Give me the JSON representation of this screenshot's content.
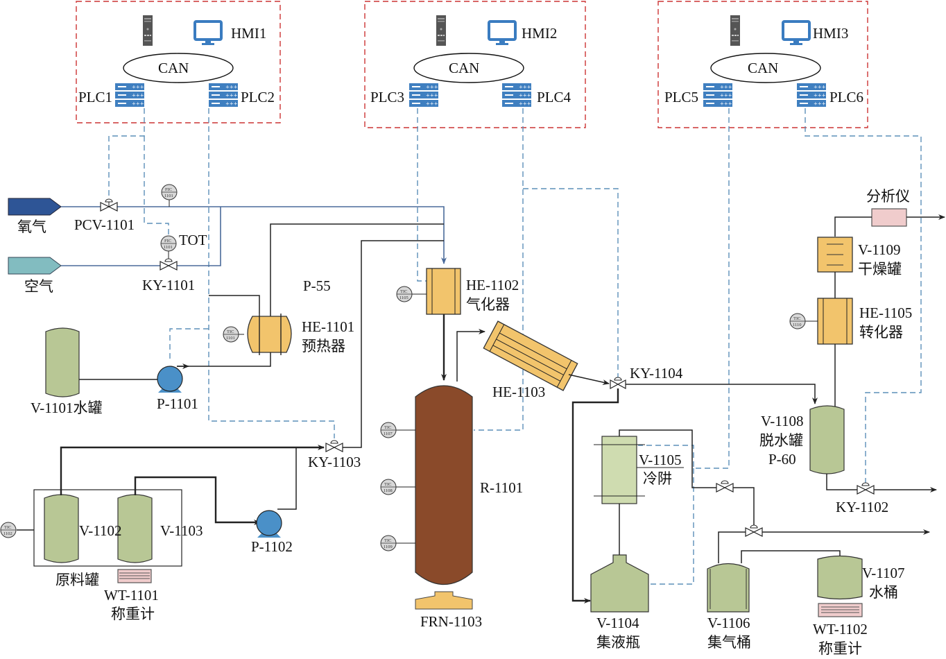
{
  "control_zones": [
    {
      "hmi": "HMI1",
      "bus": "CAN",
      "plcs": [
        "PLC1",
        "PLC2"
      ]
    },
    {
      "hmi": "HMI2",
      "bus": "CAN",
      "plcs": [
        "PLC3",
        "PLC4"
      ]
    },
    {
      "hmi": "HMI3",
      "bus": "CAN",
      "plcs": [
        "PLC5",
        "PLC6"
      ]
    }
  ],
  "feeds": {
    "oxygen": "氧气",
    "air": "空气"
  },
  "valves": {
    "pcv1101": "PCV-1101",
    "ky1101": "KY-1101",
    "ky1102": "KY-1102",
    "ky1103": "KY-1103",
    "ky1104": "KY-1104"
  },
  "instruments": {
    "fic1101_a": {
      "tag": "FIC",
      "num": "1101"
    },
    "fic1101_b": {
      "tag": "FIC",
      "num": "1101"
    },
    "tot_label": "TOT",
    "tic1101": {
      "tag": "TIC",
      "num": "1101"
    },
    "tic1102": {
      "tag": "TIC",
      "num": "1102"
    },
    "tic1105": {
      "tag": "TIC",
      "num": "1105"
    },
    "tic1107": {
      "tag": "TIC",
      "num": "1107"
    },
    "tic1108": {
      "tag": "TIC",
      "num": "1108"
    },
    "tic1109": {
      "tag": "TIC",
      "num": "1109"
    },
    "tic1110": {
      "tag": "TIC",
      "num": "1110"
    }
  },
  "equipment": {
    "p55": "P-55",
    "he1101": {
      "id": "HE-1101",
      "name": "预热器"
    },
    "v1101": "V-1101水罐",
    "p1101": "P-1101",
    "he1102": {
      "id": "HE-1102",
      "name": "气化器"
    },
    "he1103": "HE-1103",
    "r1101": "R-1101",
    "frn1103": "FRN-1103",
    "v1102": "V-1102",
    "v1103": "V-1103",
    "raw_tank": "原料罐",
    "wt1101": {
      "id": "WT-1101",
      "name": "称重计"
    },
    "p1102": "P-1102",
    "analyzer": "分析仪",
    "v1109": {
      "id": "V-1109",
      "name": "干燥罐"
    },
    "he1105": {
      "id": "HE-1105",
      "name": "转化器"
    },
    "v1108": {
      "id": "V-1108",
      "name": "脱水罐",
      "sub": "P-60"
    },
    "v1105": {
      "id": "V-1105",
      "name": "冷阱"
    },
    "v1104": {
      "id": "V-1104",
      "name": "集液瓶"
    },
    "v1106": {
      "id": "V-1106",
      "name": "集气桶"
    },
    "v1107": {
      "id": "V-1107",
      "name": "水桶"
    },
    "wt1102": {
      "id": "WT-1102",
      "name": "称重计"
    }
  }
}
